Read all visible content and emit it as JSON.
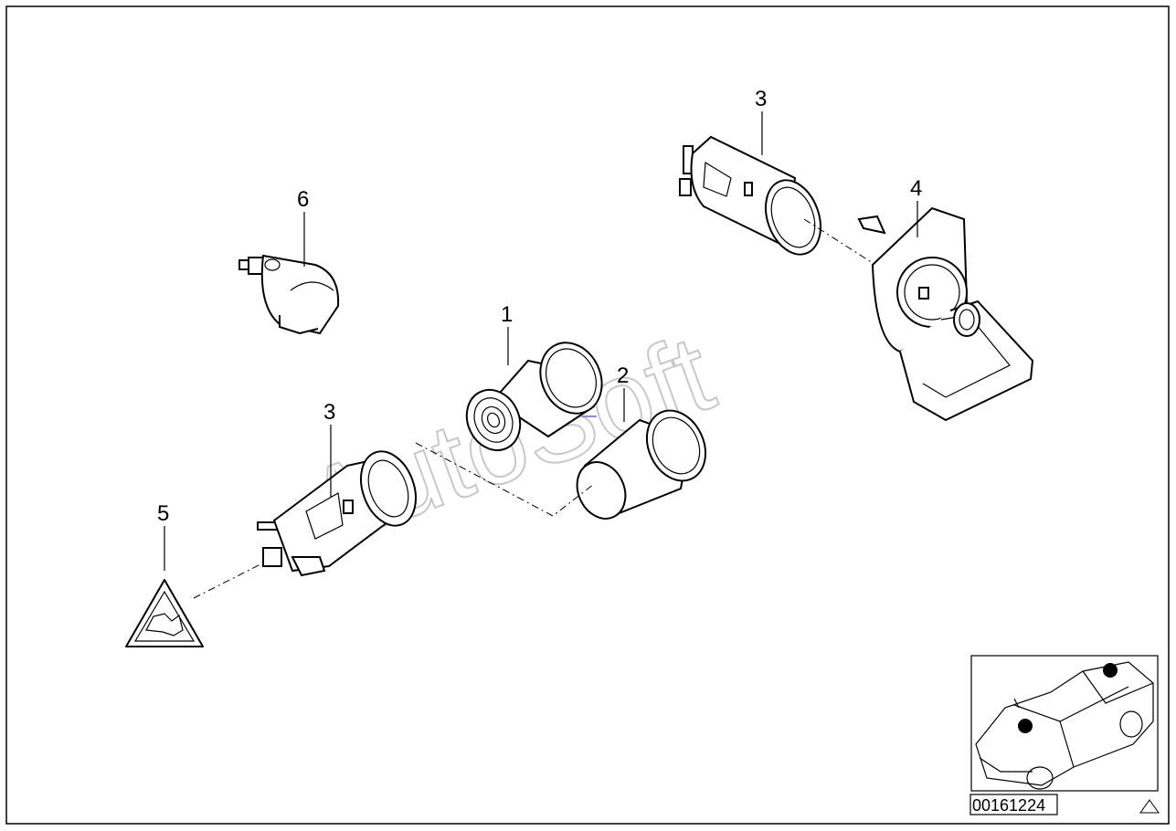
{
  "diagram": {
    "callouts": [
      {
        "id": "c1",
        "label": "1"
      },
      {
        "id": "c2",
        "label": "2"
      },
      {
        "id": "c3a",
        "label": "3"
      },
      {
        "id": "c3b",
        "label": "3"
      },
      {
        "id": "c4",
        "label": "4"
      },
      {
        "id": "c5",
        "label": "5"
      },
      {
        "id": "c6",
        "label": "6"
      }
    ],
    "watermark": "AutoSoft",
    "reference_number": "00161224"
  }
}
